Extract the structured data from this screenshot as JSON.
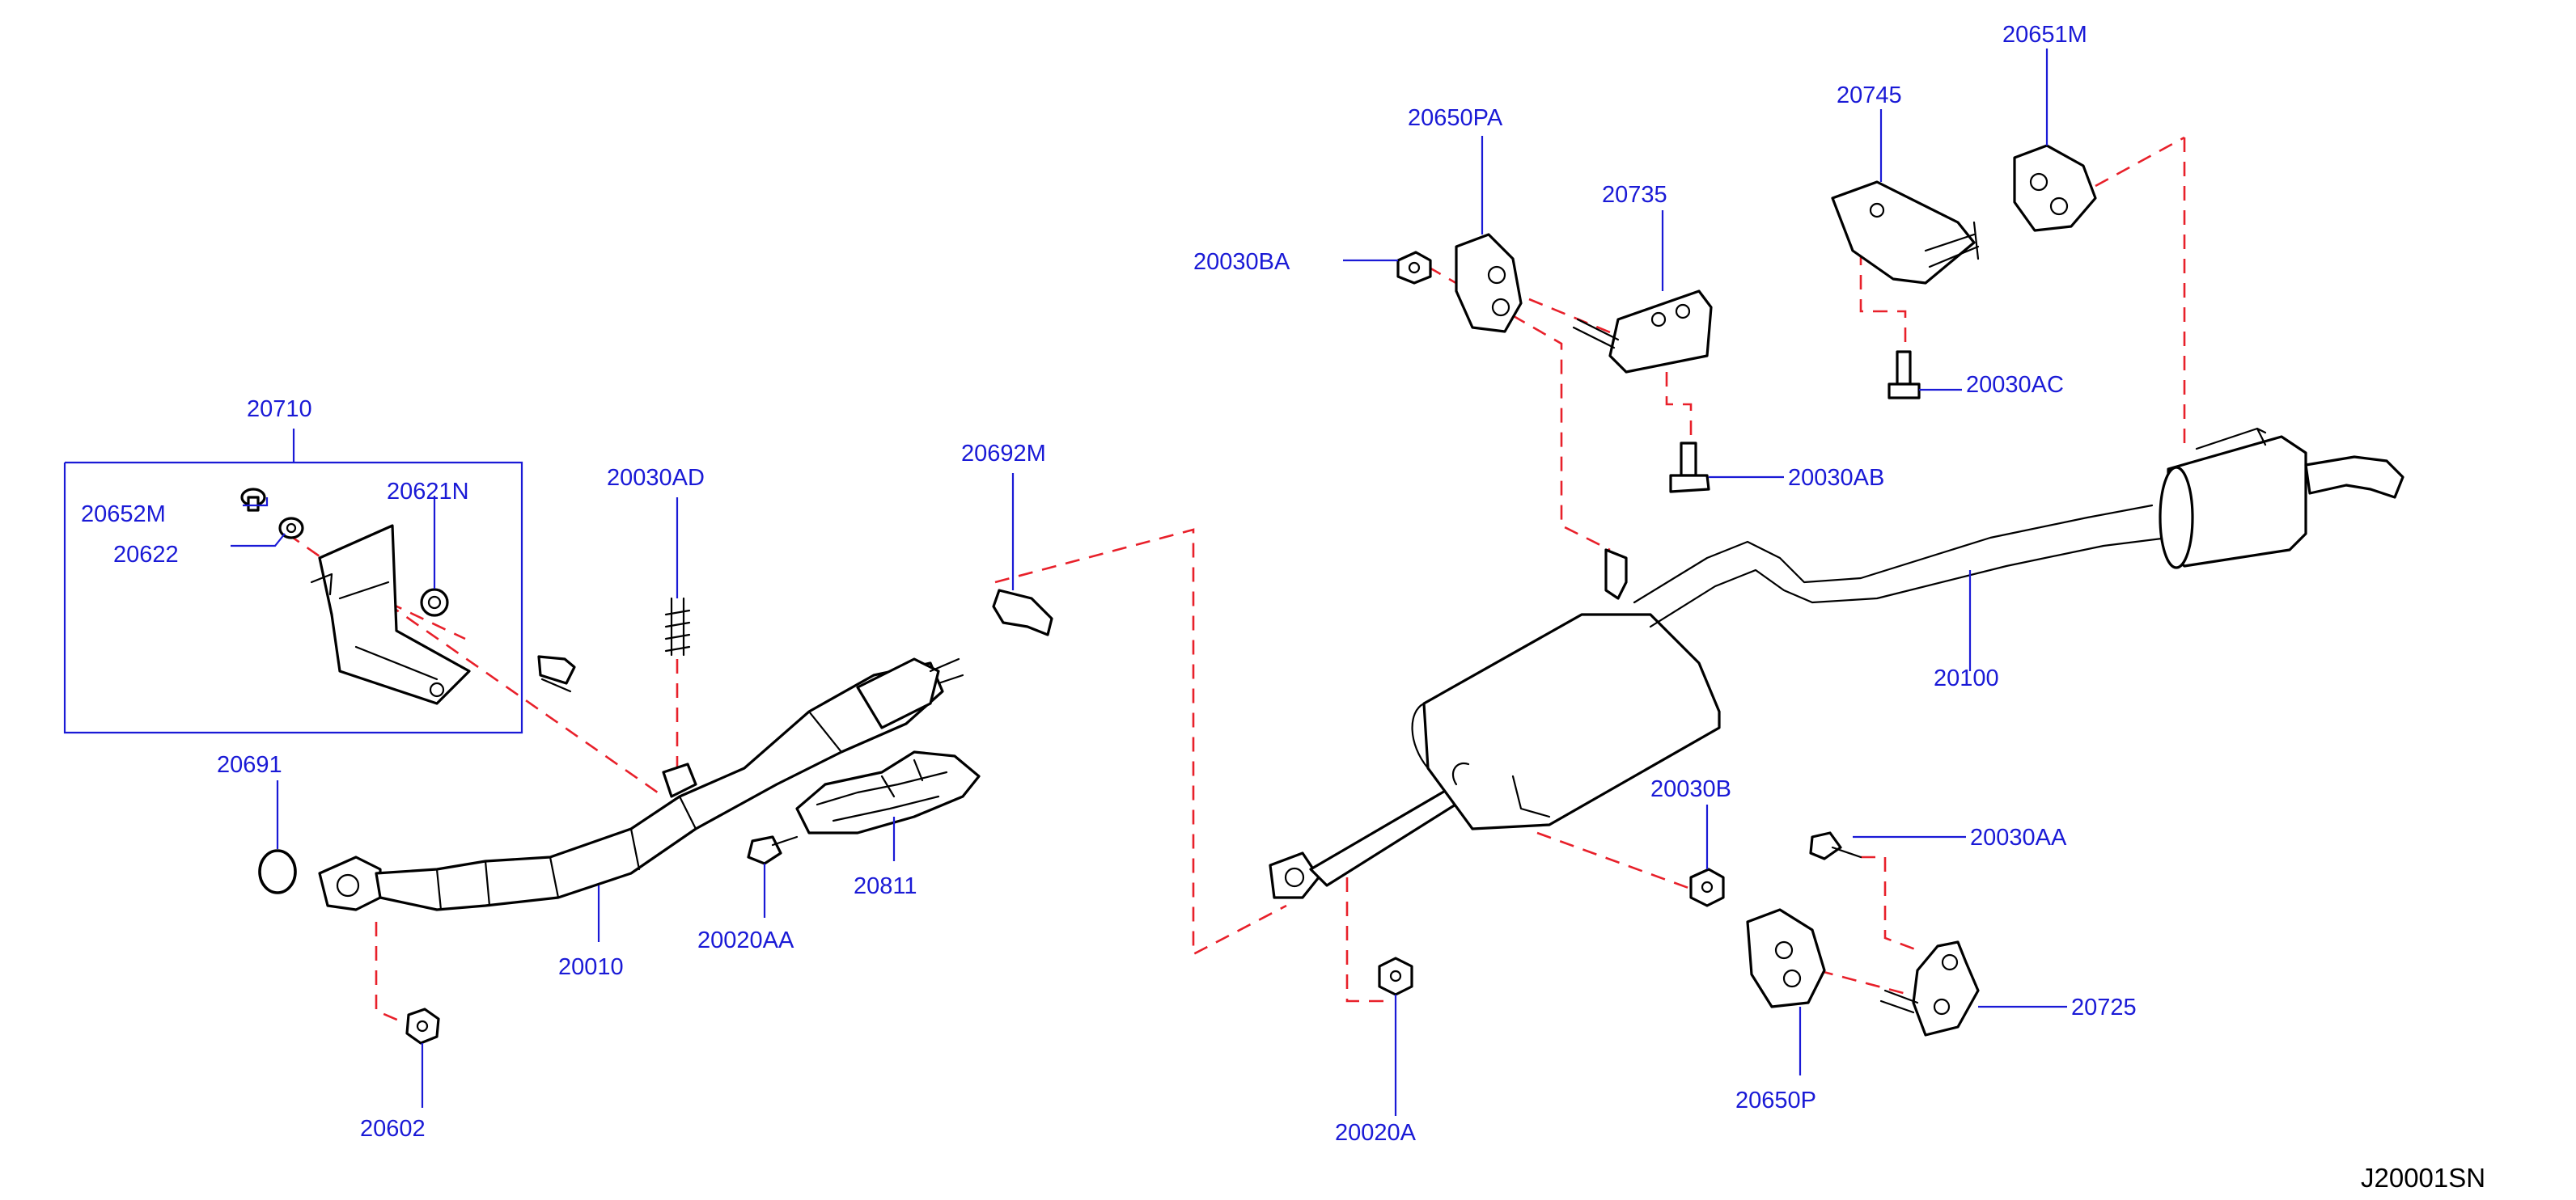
{
  "diagram_ref": "J20001SN",
  "callouts": {
    "p20710": "20710",
    "p20652M": "20652M",
    "p20622": "20622",
    "p20621N": "20621N",
    "p20030AD": "20030AD",
    "p20692M": "20692M",
    "p20691": "20691",
    "p20010": "20010",
    "p20020AA": "20020AA",
    "p20811": "20811",
    "p20602": "20602",
    "p20650PA": "20650PA",
    "p20030BA": "20030BA",
    "p20735": "20735",
    "p20745": "20745",
    "p20651M": "20651M",
    "p20030AC": "20030AC",
    "p20030AB": "20030AB",
    "p20100": "20100",
    "p20030B": "20030B",
    "p20030AA": "20030AA",
    "p20725": "20725",
    "p20650P": "20650P",
    "p20020A": "20020A"
  }
}
